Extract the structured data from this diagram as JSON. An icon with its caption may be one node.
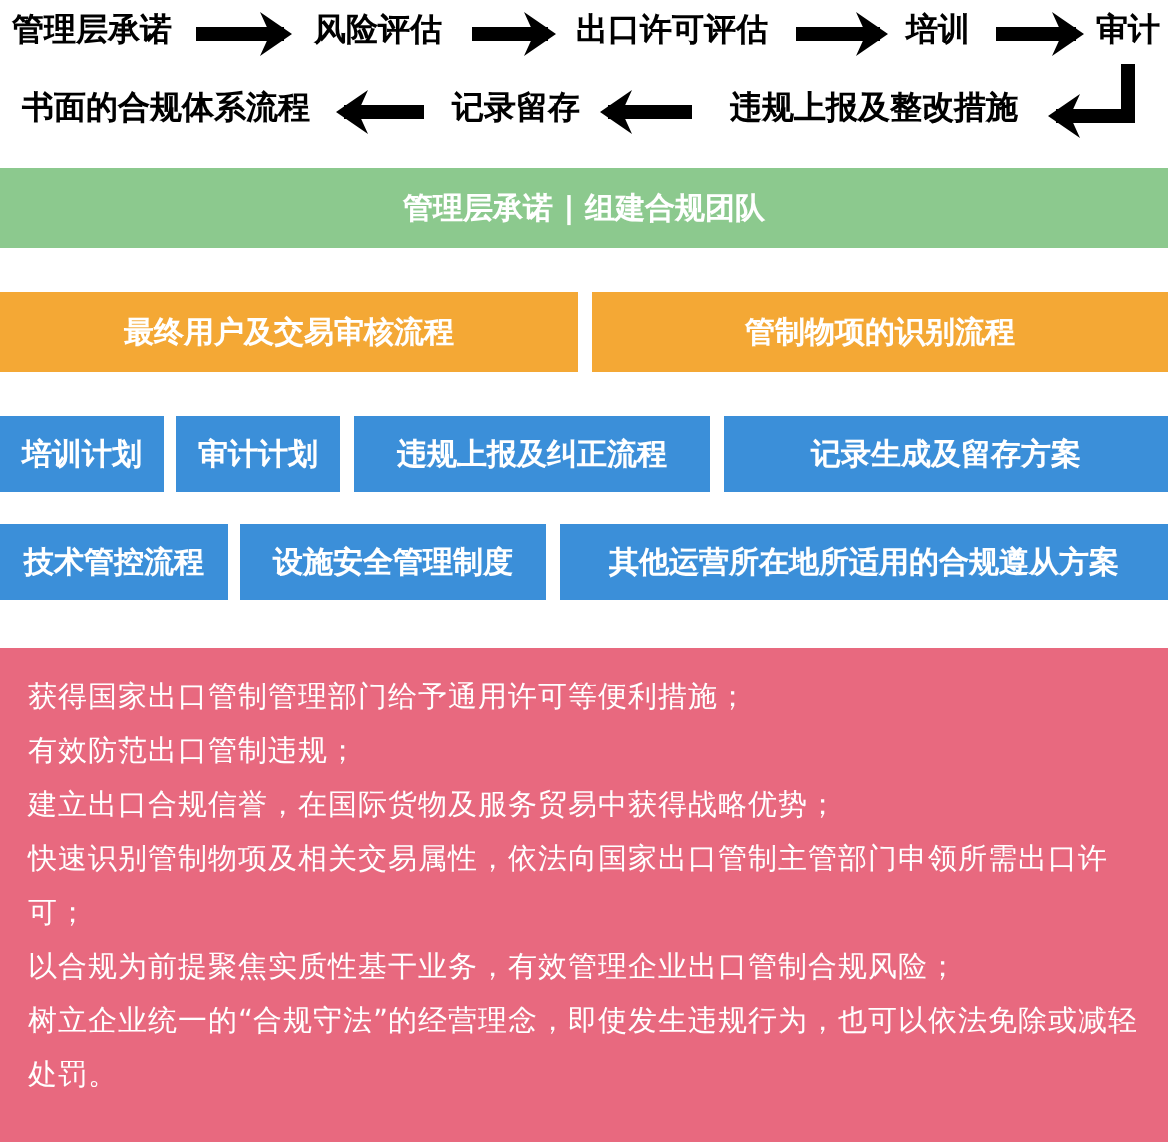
{
  "diagram": {
    "nodes": [
      {
        "text": [
          "管理层承诺"
        ]
      },
      {
        "text": [
          "风险评估"
        ]
      },
      {
        "text": [
          "出口许可评估"
        ]
      },
      {
        "text": [
          "培训"
        ]
      },
      {
        "text": [
          "审计"
        ]
      },
      {
        "text": [
          "违规上报及整改措施"
        ]
      },
      {
        "text": [
          "记录留存"
        ]
      },
      {
        "text": [
          "书面的合规体系流程"
        ]
      },
      {
        "text": [
          "管理层承诺 | 组建合规团队"
        ]
      },
      {
        "text": [
          "最终用户及交易审核流程"
        ]
      },
      {
        "text": [
          "管制物项的识别流程"
        ]
      },
      {
        "text": [
          "培训计划"
        ]
      },
      {
        "text": [
          "审计计划"
        ]
      },
      {
        "text": [
          "违规上报及纠正流程"
        ]
      },
      {
        "text": [
          "记录生成及留存方案"
        ]
      },
      {
        "text": [
          "技术管控流程"
        ]
      },
      {
        "text": [
          "设施安全管理制度"
        ]
      },
      {
        "text": [
          "其他运营所在地所适用的合规遵从方案"
        ]
      },
      {
        "text": [
          "获得国家出口管制管理部门给予通用许可等便利措施；",
          "有效防范出口管制违规；",
          "建立出口合规信誉，在国际货物及服务贸易中获得战略优势；",
          "快速识别管制物项及相关交易属性，依法向国家出口管制主管部门申领所需出口许可；",
          "以合规为前提聚焦实质性基干业务，有效管理企业出口管制合规风险；",
          "树立企业统一的“合规守法”的经营理念，即使发生违规行为，也可以依法免除或减轻处罚。"
        ]
      }
    ],
    "edges": [
      {
        "from": 0,
        "to": 1,
        "arrow": "to"
      },
      {
        "from": 1,
        "to": 2,
        "arrow": "to"
      },
      {
        "from": 2,
        "to": 3,
        "arrow": "to"
      },
      {
        "from": 3,
        "to": 4,
        "arrow": "to"
      },
      {
        "from": 4,
        "to": 5,
        "arrow": "to"
      },
      {
        "from": 5,
        "to": 6,
        "arrow": "to"
      },
      {
        "from": 6,
        "to": 7,
        "arrow": "to"
      }
    ]
  }
}
